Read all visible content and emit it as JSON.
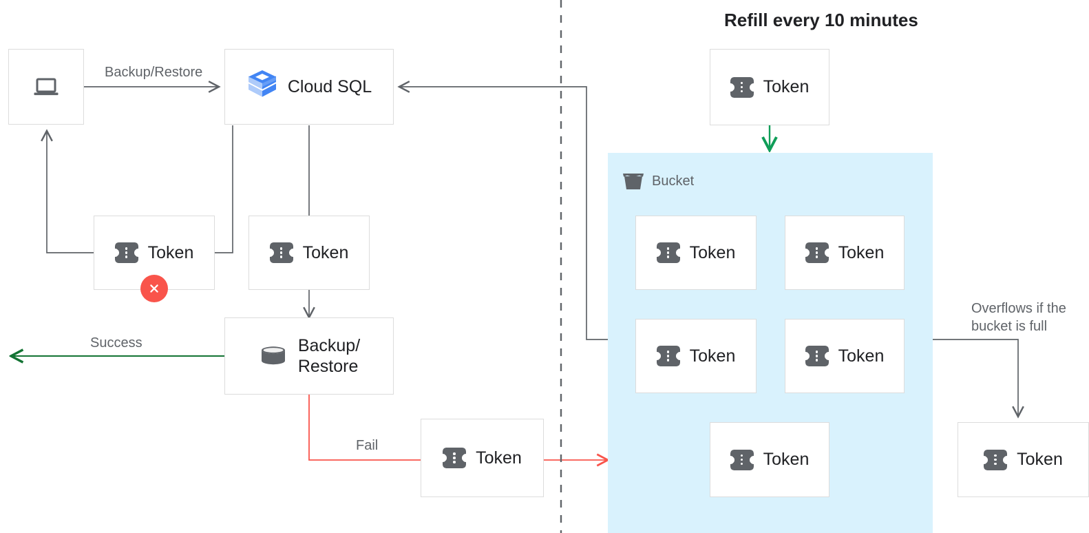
{
  "title": "Refill every 10 minutes",
  "colors": {
    "edge_default": "#5f6368",
    "edge_success": "#137333",
    "edge_fail": "#f9544b",
    "edge_refill": "#0f9d58",
    "bucket_fill": "#d9f2fd",
    "node_border": "#dcdcdc",
    "text_primary": "#202124",
    "text_secondary": "#5f6368",
    "error_badge": "#f9544b",
    "cloudsql_blue": "#4285f4",
    "cloudsql_blue_light": "#aecbfa"
  },
  "nodes": {
    "client": {
      "label": "",
      "icon": "laptop-icon"
    },
    "cloud_sql": {
      "label": "Cloud SQL",
      "icon": "cloud-sql-icon"
    },
    "token_client": {
      "label": "Token",
      "icon": "token-icon",
      "badge": "error-x-icon"
    },
    "token_sql": {
      "label": "Token",
      "icon": "token-icon"
    },
    "backup_restore": {
      "label": "Backup/\nRestore",
      "icon": "database-icon"
    },
    "token_fail": {
      "label": "Token",
      "icon": "token-icon"
    },
    "token_refill": {
      "label": "Token",
      "icon": "token-icon"
    },
    "token_overflow": {
      "label": "Token",
      "icon": "token-icon"
    }
  },
  "bucket": {
    "label": "Bucket",
    "icon": "bucket-icon",
    "tokens": [
      {
        "label": "Token"
      },
      {
        "label": "Token"
      },
      {
        "label": "Token"
      },
      {
        "label": "Token"
      },
      {
        "label": "Token"
      }
    ]
  },
  "edge_labels": {
    "backup_restore": "Backup/Restore",
    "success": "Success",
    "fail": "Fail",
    "overflow": "Overflows if the\nbucket is full"
  }
}
